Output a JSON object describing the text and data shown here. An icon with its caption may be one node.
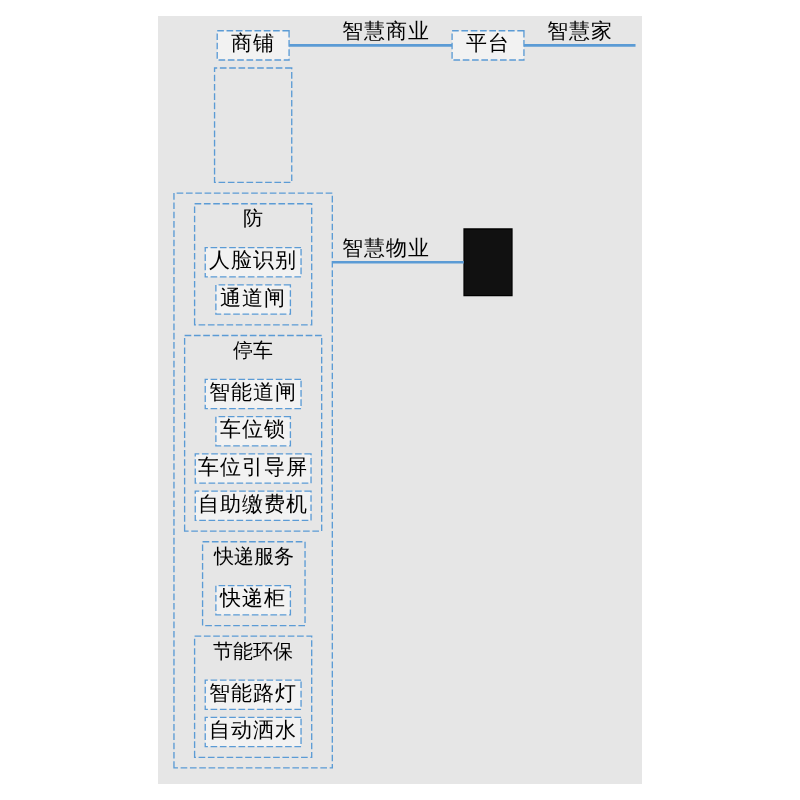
{
  "diagram": {
    "nodes": [
      {
        "text": [],
        "shape": "box"
      },
      {
        "text": [
          "防"
        ],
        "in": 0
      },
      {
        "text": [
          "人脸识别"
        ],
        "in": 1
      },
      {
        "text": [
          "通道闸"
        ],
        "in": 1
      },
      {
        "text": [
          "停车"
        ],
        "in": 0
      },
      {
        "text": [
          "智能道闸"
        ],
        "in": 4
      },
      {
        "text": [
          "车位锁"
        ],
        "in": 4
      },
      {
        "text": [
          "车位引导屏"
        ],
        "in": 4
      },
      {
        "text": [
          "自助缴费机"
        ],
        "in": 4
      },
      {
        "text": [
          "快递服务"
        ],
        "in": 0
      },
      {
        "text": [
          "快递柜"
        ],
        "in": 9
      },
      {
        "text": [
          "节能环保"
        ],
        "in": 0
      },
      {
        "text": [
          "智能路灯"
        ],
        "in": 11
      },
      {
        "text": [
          "自动洒水"
        ],
        "in": 11
      },
      {
        "text": [],
        "shape": "box"
      },
      {
        "text": [
          "商铺"
        ]
      },
      {
        "text": [],
        "shape": "person"
      },
      {
        "text": [
          "平台"
        ]
      }
    ],
    "edges": [
      {
        "from": 0,
        "to": 16,
        "arrow": "none",
        "label": "智慧物业"
      },
      {
        "from": 15,
        "to": 17,
        "arrow": "none",
        "label": "智慧商业"
      },
      {
        "from": 17,
        "to": null,
        "arrow": "none",
        "label": "智慧家"
      }
    ]
  }
}
